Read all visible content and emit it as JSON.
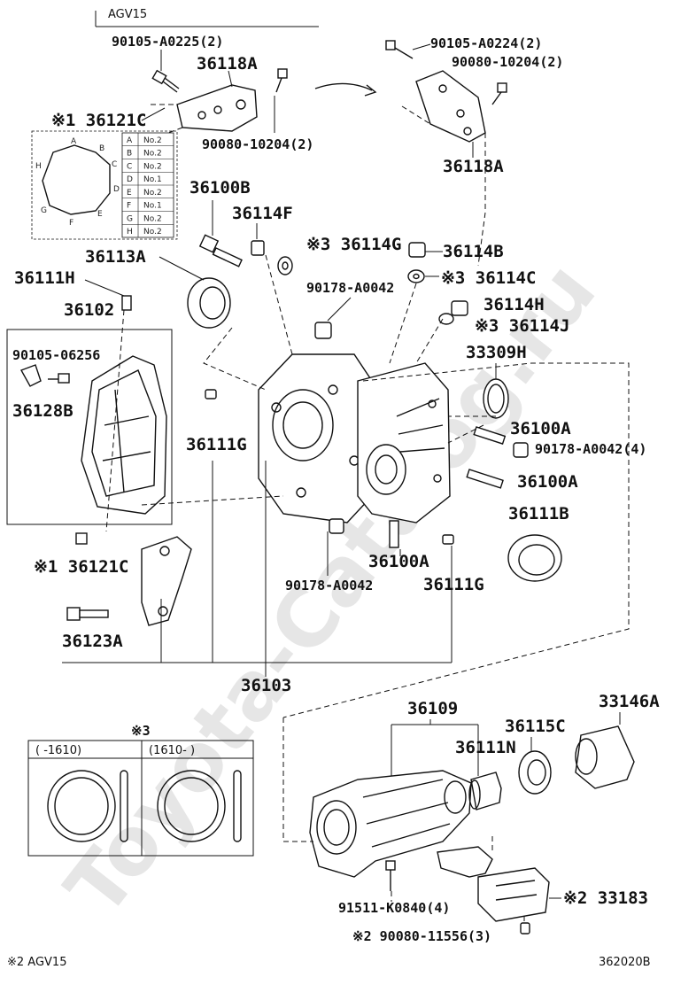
{
  "watermark": "Toyota-Catalog.ru",
  "labels": {
    "agv15_top": "AGV15",
    "bolt_90105_A0225": "90105-A0225(2)",
    "bracket_36118A_left": "36118A",
    "bolt_90080_10204_left": "90080-10204(2)",
    "bolt_90105_A0224": "90105-A0224(2)",
    "bolt_90080_10204_right": "90080-10204(2)",
    "bracket_36118A_right": "36118A",
    "note1_36121C_top": "※1 36121C",
    "p36100B": "36100B",
    "p36114F": "36114F",
    "p36114G": "※3 36114G",
    "p36114B": "36114B",
    "p36113A": "36113A",
    "p36111H": "36111H",
    "p36114C": "※3 36114C",
    "p90178_A0042_top": "90178-A0042",
    "p36114H": "36114H",
    "p36114J": "※3 36114J",
    "p36102": "36102",
    "p90105_06256": "90105-06256",
    "p36128B": "36128B",
    "p33309H": "33309H",
    "p36111G_left": "36111G",
    "p36100A_1": "36100A",
    "p90178_A0042_4": "90178-A0042(4)",
    "p36100A_2": "36100A",
    "p36111B": "36111B",
    "note1_36121C_bottom": "※1 36121C",
    "p36100A_3": "36100A",
    "p90178_A0042_bottom": "90178-A0042",
    "p36111G_right": "36111G",
    "p36123A": "36123A",
    "p36103": "36103",
    "note3": "※3",
    "range_left": "(     -1610)",
    "range_right": "(1610-     )",
    "p36109": "36109",
    "p36115C": "36115C",
    "p33146A": "33146A",
    "p36111N": "36111N",
    "p91511_K0840": "91511-K0840(4)",
    "p33183": "※2 33183",
    "p90080_11556": "※2 90080-11556(3)",
    "footer_note": "※2 AGV15",
    "diagram_code": "362020B"
  },
  "bolt_table": {
    "rows": [
      {
        "key": "A",
        "val": "No.2"
      },
      {
        "key": "B",
        "val": "No.2"
      },
      {
        "key": "C",
        "val": "No.2"
      },
      {
        "key": "D",
        "val": "No.1"
      },
      {
        "key": "E",
        "val": "No.2"
      },
      {
        "key": "F",
        "val": "No.1"
      },
      {
        "key": "G",
        "val": "No.2"
      },
      {
        "key": "H",
        "val": "No.2"
      }
    ]
  }
}
